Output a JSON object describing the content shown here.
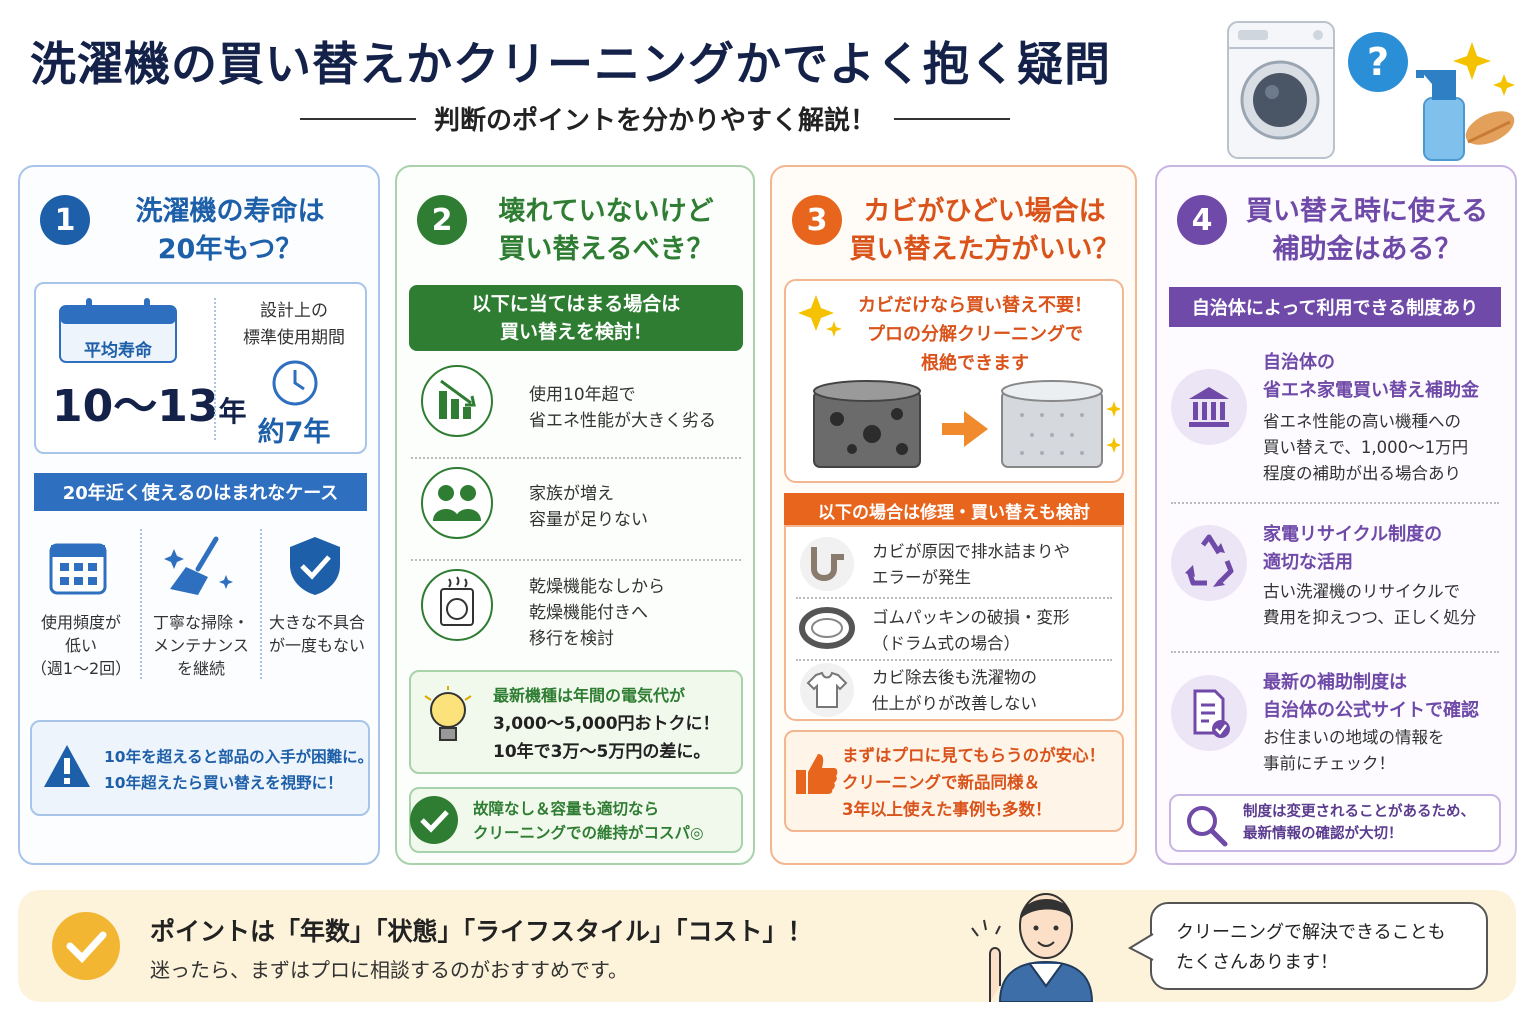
{
  "header": {
    "title": "洗濯機の買い替えかクリーニングかでよく抱く疑問",
    "subtitle": "判断のポイントを分かりやすく解説！"
  },
  "colors": {
    "blue": "#1d5fa8",
    "green": "#2e7d32",
    "orange": "#e8651e",
    "purple": "#6f4aa8",
    "navy": "#14224a"
  },
  "card1": {
    "number": "1",
    "title1": "洗濯機の寿命は",
    "title2": "20年もつ？",
    "avg_label": "平均寿命",
    "avg_value": "10〜13",
    "avg_unit": "年",
    "design_label1": "設計上の",
    "design_label2": "標準使用期間",
    "design_value": "約7年",
    "band": "20年近く使えるのはまれなケース",
    "case1": [
      "使用頻度が",
      "低い",
      "（週1〜2回）"
    ],
    "case2": [
      "丁寧な掃除・",
      "メンテナンス",
      "を継続"
    ],
    "case3": [
      "大きな不具合",
      "が一度もない"
    ],
    "warn1": "10年を超えると部品の入手が困難に。",
    "warn2": "10年超えたら買い替えを視野に！"
  },
  "card2": {
    "number": "2",
    "title1": "壊れていないけど",
    "title2": "買い替えるべき？",
    "band1": "以下に当てはまる場合は",
    "band2": "買い替えを検討！",
    "item1": [
      "使用10年超で",
      "省エネ性能が大きく劣る"
    ],
    "item2": [
      "家族が増え",
      "容量が足りない"
    ],
    "item3": [
      "乾燥機能なしから",
      "乾燥機能付きへ",
      "移行を検討"
    ],
    "tip": [
      "最新機種は年間の電気代が",
      "3,000〜5,000円おトクに！",
      "10年で3万〜5万円の差に。"
    ],
    "ok": [
      "故障なし＆容量も適切なら",
      "クリーニングでの維持がコスパ◎"
    ]
  },
  "card3": {
    "number": "3",
    "title1": "カビがひどい場合は",
    "title2": "買い替えた方がいい？",
    "top": [
      "カビだけなら買い替え不要！",
      "プロの分解クリーニングで",
      "根絶できます"
    ],
    "band": "以下の場合は修理・買い替えも検討",
    "item1": [
      "カビが原因で排水詰まりや",
      "エラーが発生"
    ],
    "item2": [
      "ゴムパッキンの破損・変形",
      "（ドラム式の場合）"
    ],
    "item3": [
      "カビ除去後も洗濯物の",
      "仕上がりが改善しない"
    ],
    "advice": [
      "まずはプロに見てもらうのが安心！",
      "クリーニングで新品同様＆",
      "3年以上使えた事例も多数！"
    ]
  },
  "card4": {
    "number": "4",
    "title1": "買い替え時に使える",
    "title2": "補助金はある？",
    "band": "自治体によって利用できる制度あり",
    "item1_head": [
      "自治体の",
      "省エネ家電買い替え補助金"
    ],
    "item1_body": [
      "省エネ性能の高い機種への",
      "買い替えで、1,000〜1万円",
      "程度の補助が出る場合あり"
    ],
    "item2_head": [
      "家電リサイクル制度の",
      "適切な活用"
    ],
    "item2_body": [
      "古い洗濯機のリサイクルで",
      "費用を抑えつつ、正しく処分"
    ],
    "item3_head": [
      "最新の補助制度は",
      "自治体の公式サイトで確認"
    ],
    "item3_body": [
      "お住まいの地域の情報を",
      "事前にチェック！"
    ],
    "note": [
      "制度は変更されることがあるため、",
      "最新情報の確認が大切！"
    ]
  },
  "footer": {
    "point": "ポイントは「年数」「状態」「ライフスタイル」「コスト」！",
    "sub": "迷ったら、まずはプロに相談するのがおすすめです。",
    "bubble1": "クリーニングで解決できることも",
    "bubble2": "たくさんあります！"
  }
}
